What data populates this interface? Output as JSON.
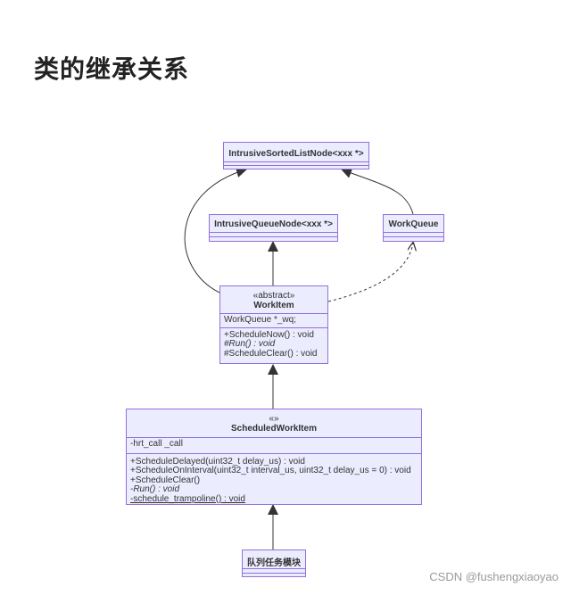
{
  "title": "类的继承关系",
  "classes": {
    "intrusive_sorted": {
      "name": "IntrusiveSortedListNode<xxx *>"
    },
    "intrusive_queue": {
      "name": "IntrusiveQueueNode<xxx *>"
    },
    "workqueue": {
      "name": "WorkQueue"
    },
    "workitem": {
      "stereotype": "«abstract»",
      "name": "WorkItem",
      "attributes": [
        "WorkQueue *_wq;"
      ],
      "methods": [
        "+ScheduleNow() : void",
        "#Run() : void",
        "#ScheduleClear() : void"
      ]
    },
    "scheduled": {
      "stereotype": "«»",
      "name": "ScheduledWorkItem",
      "attributes": [
        "-hrt_call _call"
      ],
      "methods": [
        "+ScheduleDelayed(uint32_t delay_us) : void",
        "+ScheduleOnInterval(uint32_t interval_us, uint32_t delay_us = 0) : void",
        "+ScheduleClear()",
        "-Run() : void",
        "-schedule_trampoline() : void"
      ]
    },
    "module": {
      "name": "队列任务模块"
    }
  },
  "colors": {
    "fill": "#ECECFF",
    "stroke": "#9370DB",
    "line": "#333333"
  },
  "watermark": "CSDN @fushengxiaoyao"
}
